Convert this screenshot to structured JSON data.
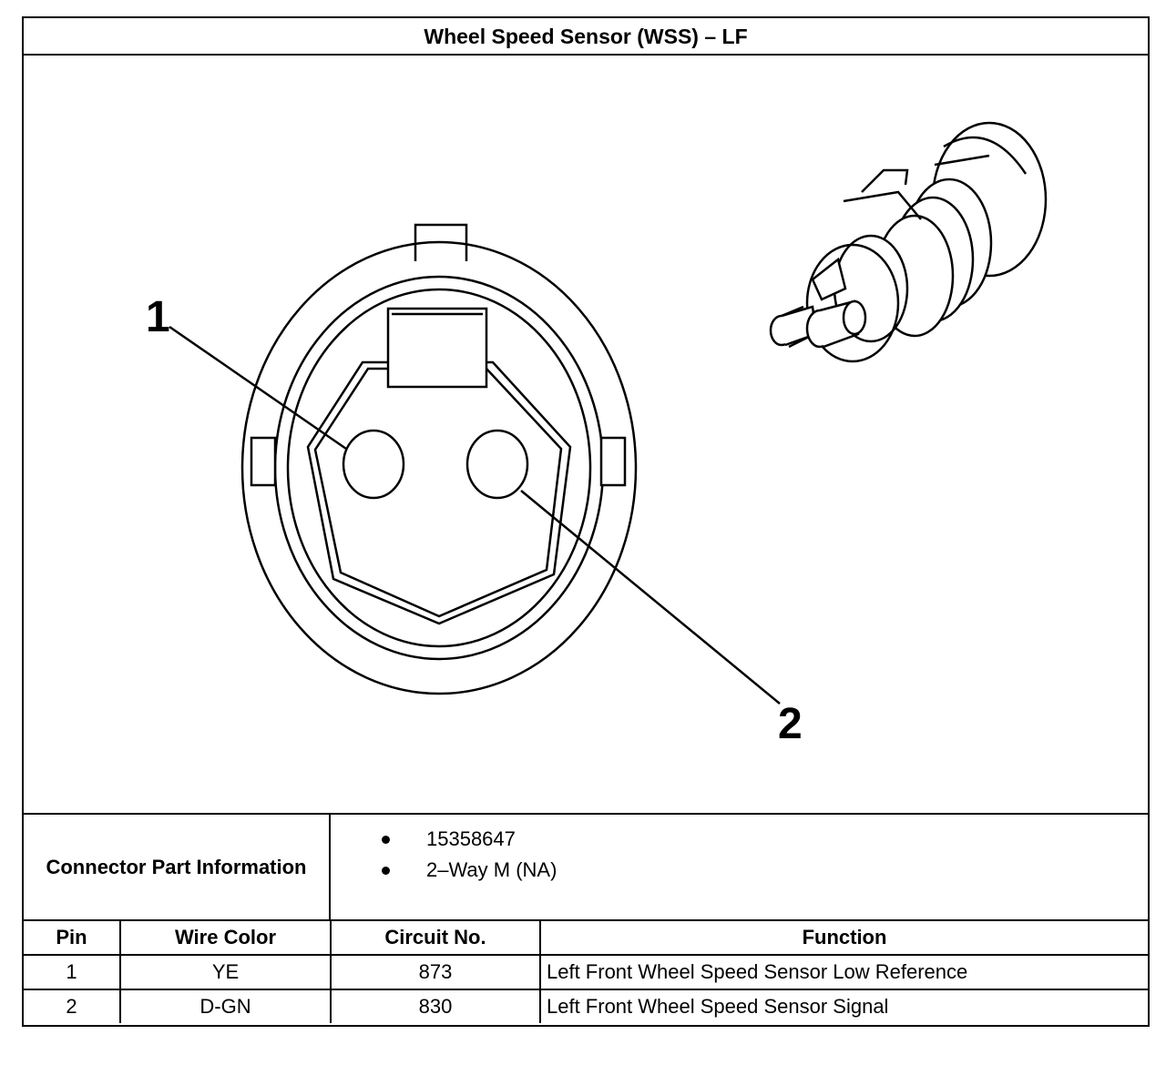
{
  "title": "Wheel Speed Sensor (WSS) – LF",
  "figure": {
    "callouts": [
      "1",
      "2"
    ]
  },
  "connector_info": {
    "label": "Connector Part Information",
    "items": [
      "15358647",
      "2–Way M (NA)"
    ]
  },
  "pin_table": {
    "headers": {
      "pin": "Pin",
      "wire_color": "Wire Color",
      "circuit": "Circuit No.",
      "function": "Function"
    },
    "rows": [
      {
        "pin": "1",
        "wire_color": "YE",
        "circuit": "873",
        "function": "Left Front Wheel Speed Sensor Low Reference"
      },
      {
        "pin": "2",
        "wire_color": "D-GN",
        "circuit": "830",
        "function": "Left Front Wheel Speed Sensor Signal"
      }
    ]
  }
}
